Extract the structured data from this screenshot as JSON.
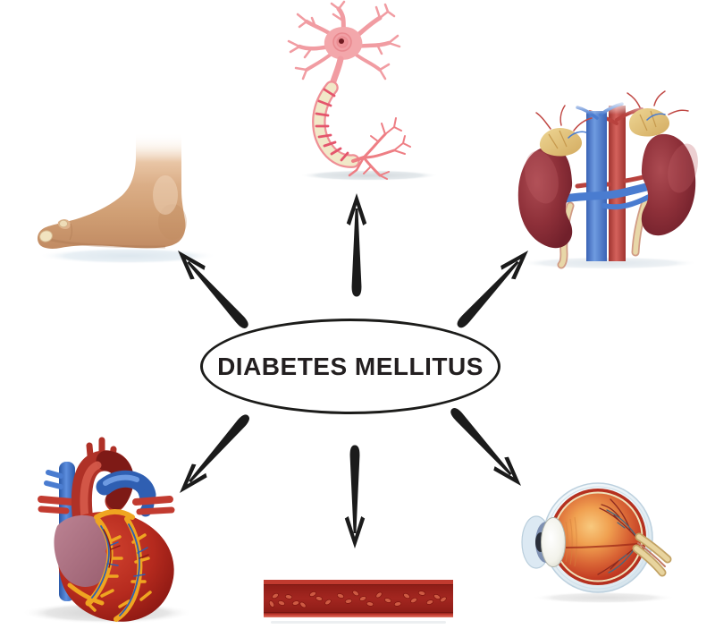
{
  "diagram": {
    "type": "radial-concept-diagram",
    "background_color": "#ffffff"
  },
  "center": {
    "label": "DIABETES MELLITUS",
    "shape": "ellipse",
    "border_color": "#1c1c1a",
    "fill_color": "#ffffff",
    "text_color": "#231f20"
  },
  "arrows": {
    "color": "#1b1b1b",
    "style": "tapered shaft with open chevron head, radiating outward from center ellipse",
    "directions": [
      "up",
      "up-left",
      "up-right",
      "down-left",
      "down",
      "down-right"
    ]
  },
  "illustrations": [
    {
      "name": "nerve-cell",
      "position": "top-center",
      "accent_color": "#f19ca2"
    },
    {
      "name": "foot",
      "position": "top-left",
      "accent_color": "#d5a67e"
    },
    {
      "name": "kidneys",
      "position": "top-right",
      "accent_color": "#8e3039"
    },
    {
      "name": "heart",
      "position": "bottom-left",
      "accent_color": "#c23b2e"
    },
    {
      "name": "blood-vessel",
      "position": "bottom-center",
      "accent_color": "#a82a22"
    },
    {
      "name": "eye",
      "position": "bottom-right",
      "accent_color": "#d96535"
    }
  ]
}
